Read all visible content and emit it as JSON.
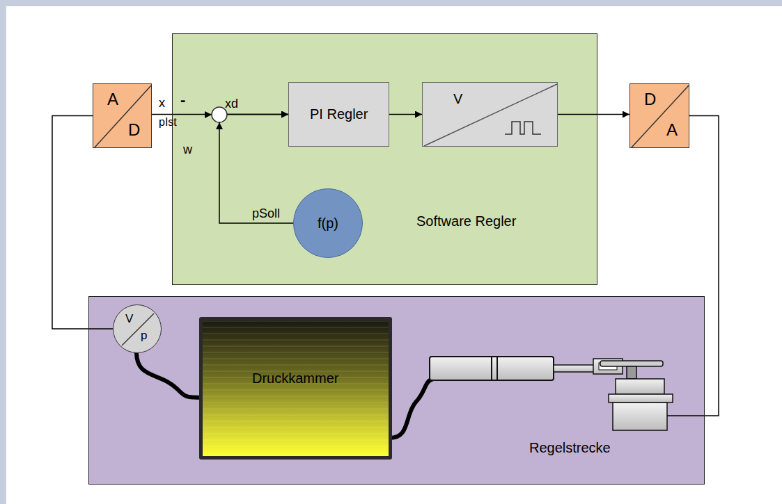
{
  "diagram": {
    "nodes": [
      {
        "text": [
          "Software Regler"
        ]
      },
      {
        "text": [
          "A",
          "D"
        ]
      },
      {
        "text": [
          "PI Regler"
        ],
        "in": 0
      },
      {
        "text": [
          "V"
        ],
        "in": 0
      },
      {
        "text": [
          "f(p)"
        ],
        "in": 0
      },
      {
        "text": [
          "D",
          "A"
        ]
      },
      {
        "text": [
          "Regelstrecke"
        ]
      },
      {
        "text": [
          "V",
          "p"
        ],
        "in": 6
      },
      {
        "text": [
          "Druckkammer"
        ],
        "in": 6
      }
    ],
    "edges": [
      {
        "from": 1,
        "to": 2,
        "arrow": "to"
      },
      {
        "from": 4,
        "to": 2,
        "arrow": "to"
      },
      {
        "from": 2,
        "to": 3,
        "arrow": "to"
      },
      {
        "from": 3,
        "to": 5,
        "arrow": "to"
      },
      {
        "from": 5,
        "to": 6,
        "arrow": "none"
      },
      {
        "from": 7,
        "to": 1,
        "arrow": "none"
      }
    ],
    "labels": [
      "x",
      "-",
      "pIst",
      "xd",
      "w",
      "pSoll"
    ]
  }
}
